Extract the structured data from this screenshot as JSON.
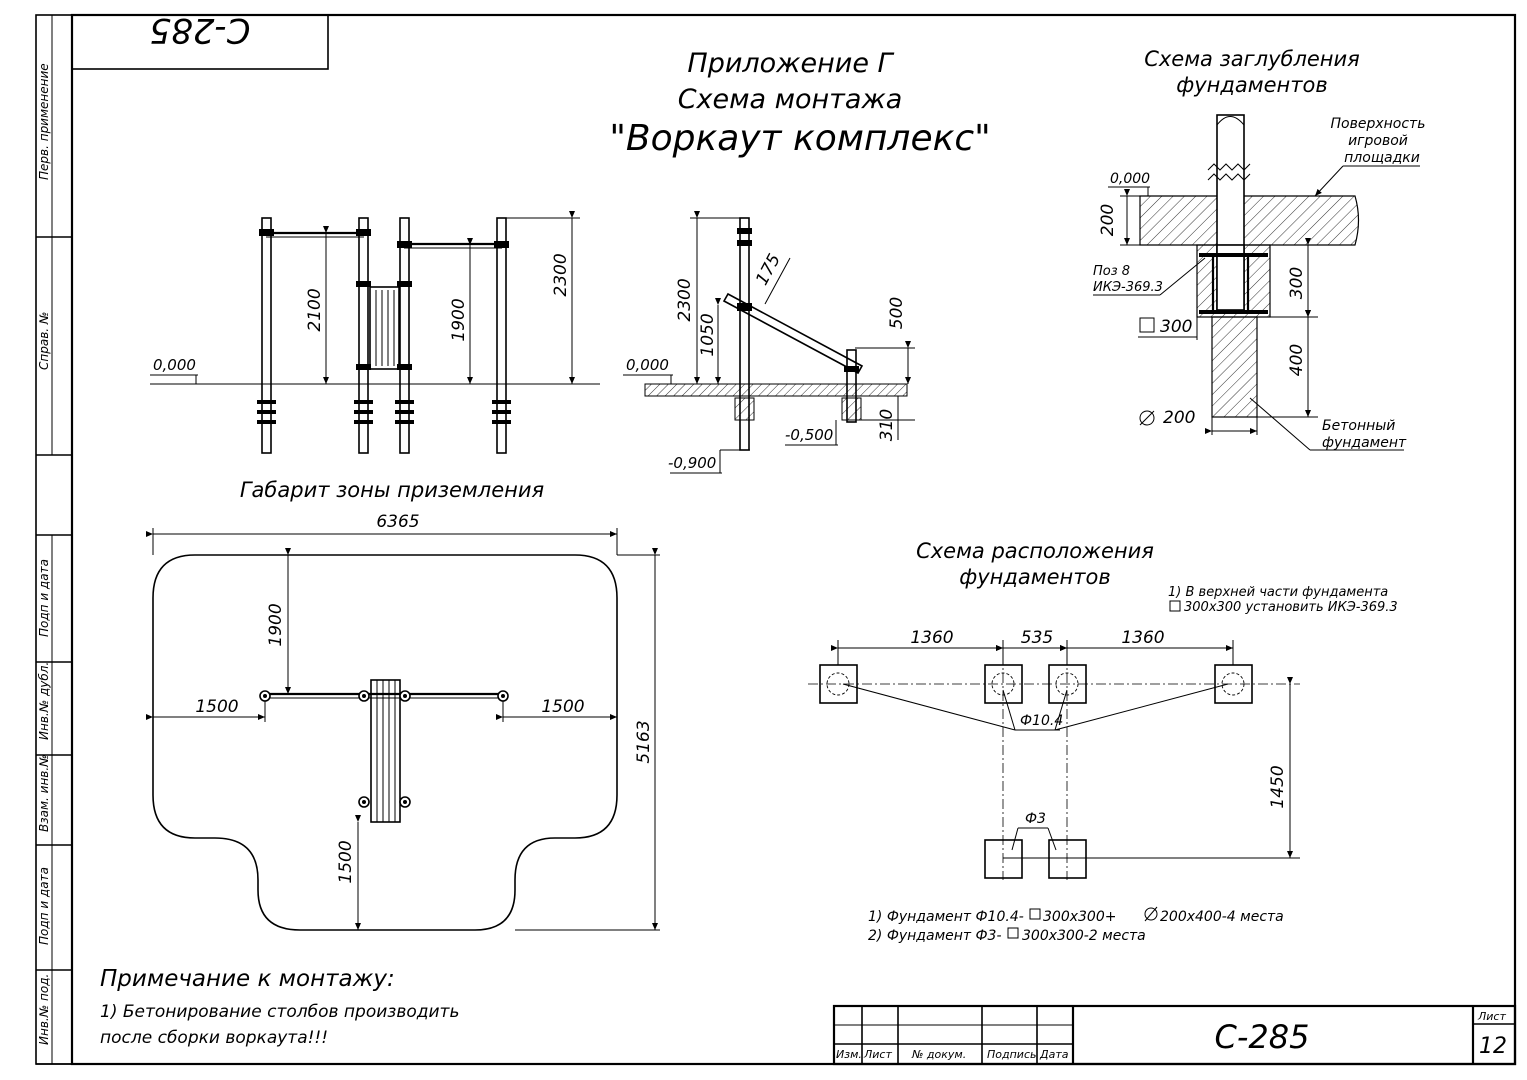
{
  "drawing_code_rotated": "С-285",
  "title": {
    "line1": "Приложение Г",
    "line2": "Схема монтажа",
    "line3": "\"Воркаут комплекс\""
  },
  "side_stamp": {
    "perv_primenenie": "Перв. применение",
    "sprav_no": "Справ. №",
    "podp_i_data_1": "Подп и дата",
    "inv_no_dubl": "Инв.№ дубл.",
    "vzam_inv_no": "Взам. инв.№",
    "podp_i_data_2": "Подп и дата",
    "inv_no_pod": "Инв.№ под."
  },
  "front_view": {
    "level": "0,000",
    "dim_2100": "2100",
    "dim_1900": "1900",
    "dim_2300": "2300"
  },
  "side_view": {
    "level_0": "0,000",
    "level_minus_090": "-0,900",
    "level_minus_050": "-0,500",
    "dim_2300": "2300",
    "dim_1050": "1050",
    "dim_175": "175",
    "dim_500": "500",
    "dim_310": "310"
  },
  "depth_scheme": {
    "title1": "Схема заглубления",
    "title2": "фундаментов",
    "surface1": "Поверхность",
    "surface2": "игровой",
    "surface3": "площадки",
    "level": "0,000",
    "dim_200": "200",
    "pos1": "Поз 8",
    "pos2": "ИКЭ-369.3",
    "dim_300v": "300",
    "square_300": "300",
    "dim_400": "400",
    "diam_200": "200",
    "concrete1": "Бетонный",
    "concrete2": "фундамент"
  },
  "landing_zone": {
    "title": "Габарит  зоны приземления",
    "dim_6365": "6365",
    "dim_1900": "1900",
    "dim_1500_left": "1500",
    "dim_1500_right": "1500",
    "dim_5163": "5163",
    "dim_1500_bottom": "1500"
  },
  "layout_scheme": {
    "title1": "Схема расположения",
    "title2": "фундаментов",
    "note1": "1) В верхней части фундамента",
    "note2": "300х300 установить ИКЭ-369.3",
    "dim_1360_left": "1360",
    "dim_535": "535",
    "dim_1360_right": "1360",
    "f104": "Ф10.4",
    "f3": "Ф3",
    "dim_1450": "1450",
    "legend1a": "1) Фундамент Ф10.4-",
    "legend1b": "300х300+",
    "legend1c": "200х400-4 места",
    "legend2a": "2) Фундамент Ф3-",
    "legend2b": "300х300-2 места"
  },
  "notes": {
    "heading": "Примечание к монтажу:",
    "line1": "1) Бетонирование столбов производить",
    "line2": "после сборки воркаута!!!"
  },
  "title_block": {
    "izm": "Изм.",
    "list": "Лист",
    "dokum": "№ докум.",
    "podpis": "Подпись",
    "data": "Дата",
    "code": "С-285",
    "sheet_label": "Лист",
    "sheet_no": "12"
  }
}
